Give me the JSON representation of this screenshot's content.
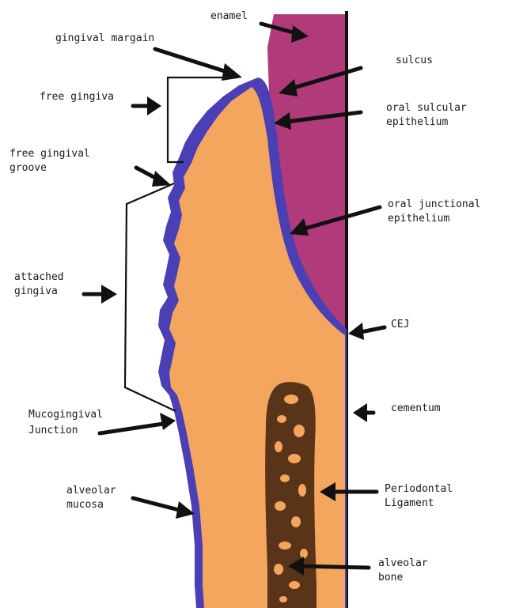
{
  "labels": {
    "enamel": "enamel",
    "gingival_margin": "gingival margain",
    "sulcus": "sulcus",
    "free_gingiva": "free gingiva",
    "oral_sulcular_1": "oral sulcular",
    "oral_sulcular_2": "epithelium",
    "free_gingival_groove_1": "free gingival",
    "free_gingival_groove_2": "groove",
    "oral_junctional_1": "oral junctional",
    "oral_junctional_2": "epithelium",
    "attached_gingiva_1": "attached",
    "attached_gingiva_2": "gingiva",
    "cej": "CEJ",
    "cementum": "cementum",
    "mucogingival_1": "Mucogingival",
    "mucogingival_2": "Junction",
    "periodontal_1": "Periodontal",
    "periodontal_2": "Ligament",
    "alveolar_mucosa_1": "alveolar",
    "alveolar_mucosa_2": "mucosa",
    "alveolar_bone_1": "alveolar",
    "alveolar_bone_2": "bone"
  },
  "colors": {
    "enamel": "#b03a7a",
    "gingiva": "#f4a55e",
    "epithelium": "#4a3fb5",
    "bone": "#5a3418",
    "bone_spots": "#f4a55e",
    "ink": "#111111"
  }
}
